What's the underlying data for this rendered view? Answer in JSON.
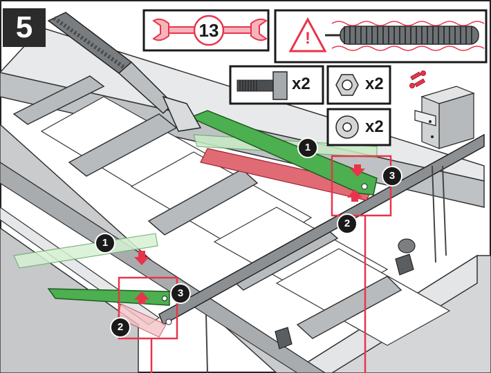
{
  "step": {
    "number": "5"
  },
  "tool": {
    "wrench_size": "13",
    "icon": "wrench-icon"
  },
  "warning": {
    "icon": "warning-triangle-icon",
    "symbol": "!",
    "subject": "spring-icon"
  },
  "hardware": [
    {
      "item": "bolt",
      "icon": "bolt-icon",
      "qty": "x2"
    },
    {
      "item": "nut",
      "icon": "nut-icon",
      "qty": "x2"
    },
    {
      "item": "washer",
      "icon": "washer-icon",
      "qty": "x2"
    }
  ],
  "storage_hint": {
    "icon": "drawer-cabinet-icon"
  },
  "callouts": [
    "1",
    "2",
    "3",
    "1",
    "2",
    "3"
  ],
  "colors": {
    "accent_red": "#e8344a",
    "green": "#4caf50",
    "light_green": "#c8ecc6",
    "frame_gray": "#b9bcbf",
    "dark": "#1a1a1a"
  }
}
